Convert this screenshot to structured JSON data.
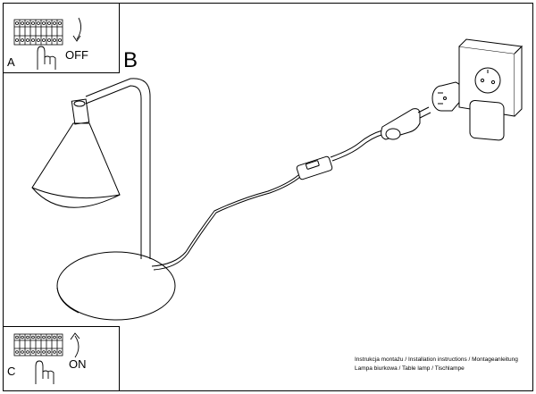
{
  "panels": {
    "a": {
      "letter": "A",
      "state": "OFF"
    },
    "b": {
      "letter": "B"
    },
    "c": {
      "letter": "C",
      "state": "ON"
    }
  },
  "footer": {
    "line1": "Instrukcja montażu / Installation instructions / Montageanleitung",
    "line2": "Lampa biurkowa / Table lamp / Tischlampe"
  }
}
